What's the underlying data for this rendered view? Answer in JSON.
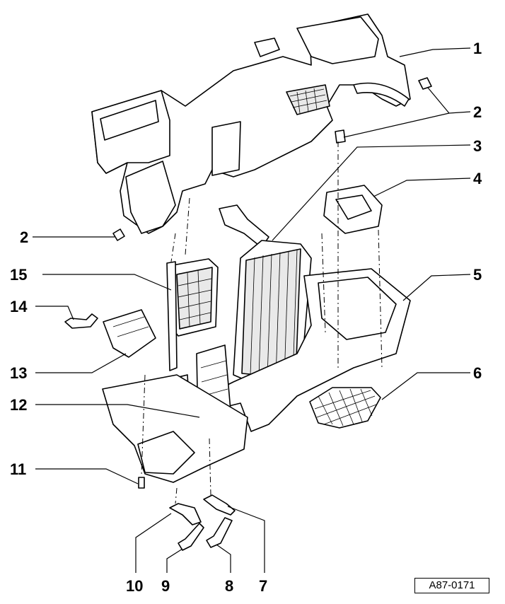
{
  "figure_ref": "A87-0171",
  "callouts": {
    "c1": "1",
    "c2a": "2",
    "c3": "3",
    "c4": "4",
    "c5": "5",
    "c6": "6",
    "c2b": "2",
    "c15": "15",
    "c14": "14",
    "c13": "13",
    "c12": "12",
    "c11": "11",
    "c10": "10",
    "c9": "9",
    "c8": "8",
    "c7": "7"
  }
}
